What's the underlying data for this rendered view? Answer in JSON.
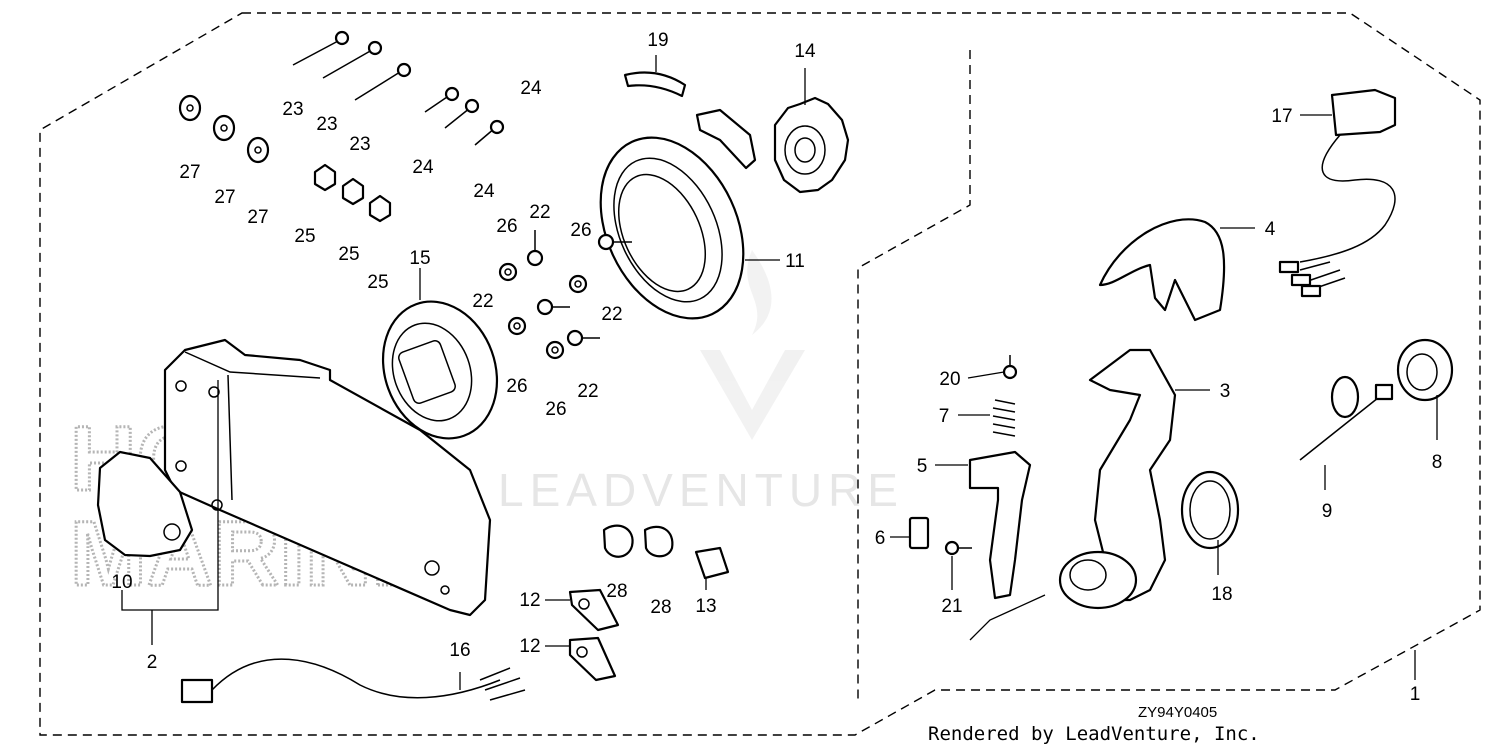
{
  "watermarks": {
    "brand_line1": "HONDA",
    "brand_line2": "MARINE",
    "vendor": "LEADVENTURE"
  },
  "drawing_code": "ZY94Y0405",
  "credit": "Rendered by LeadVenture, Inc.",
  "callouts": {
    "c1": "1",
    "c2": "2",
    "c3": "3",
    "c4": "4",
    "c5": "5",
    "c6": "6",
    "c7": "7",
    "c8": "8",
    "c9": "9",
    "c10": "10",
    "c11": "11",
    "c12a": "12",
    "c12b": "12",
    "c13": "13",
    "c14": "14",
    "c15": "15",
    "c16": "16",
    "c17": "17",
    "c18": "18",
    "c19": "19",
    "c20": "20",
    "c21": "21",
    "c22a": "22",
    "c22b": "22",
    "c22c": "22",
    "c22d": "22",
    "c23a": "23",
    "c23b": "23",
    "c23c": "23",
    "c24a": "24",
    "c24b": "24",
    "c24c": "24",
    "c25a": "25",
    "c25b": "25",
    "c25c": "25",
    "c26a": "26",
    "c26b": "26",
    "c26c": "26",
    "c26d": "26",
    "c27a": "27",
    "c27b": "27",
    "c27c": "27",
    "c28a": "28",
    "c28b": "28"
  },
  "colors": {
    "line": "#000000",
    "watermark": "#b5b5b5"
  }
}
